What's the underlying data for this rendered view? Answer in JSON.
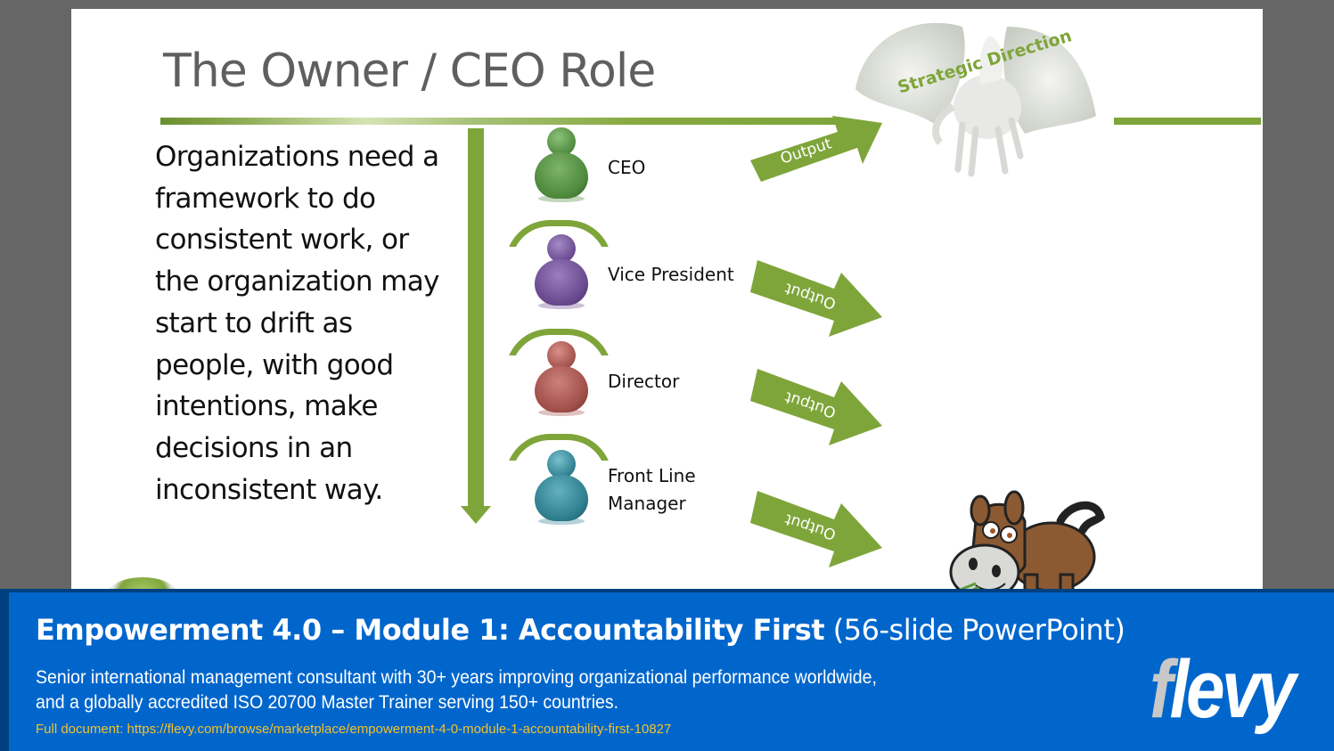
{
  "slide": {
    "title": "The Owner / CEO Role",
    "body_text": "Organizations need a framework to do consistent work, or the organization may start to drift as people, with good intentions, make decisions in an inconsistent way.",
    "strategic_label": "Strategic Direction",
    "roles": [
      {
        "label": "CEO",
        "color": "#4f8a3e",
        "output_label": "Output",
        "output_direction": "up"
      },
      {
        "label": "Vice President",
        "color": "#6a4a8f",
        "output_label": "Output",
        "output_direction": "down"
      },
      {
        "label": "Director",
        "color": "#a2504a",
        "output_label": "Output",
        "output_direction": "down"
      },
      {
        "label": "Front Line Manager",
        "label_line1": "Front Line",
        "label_line2": "Manager",
        "color": "#2f7f8f",
        "output_label": "Output",
        "output_direction": "down"
      }
    ],
    "accent_color": "#7ea53a",
    "title_color": "#5f5f5f"
  },
  "banner": {
    "title_bold": "Empowerment 4.0 – Module 1: Accountability First",
    "title_light": "(56-slide PowerPoint)",
    "description": "Senior international management consultant with 30+ years improving organizational performance worldwide, and a globally accredited ISO 20700 Master Trainer serving 150+ countries.",
    "link_text": "Full document: https://flevy.com/browse/marketplace/empowerment-4-0-module-1-accountability-first-10827",
    "logo_text_f": "f",
    "logo_text_rest": "levy",
    "bg_color": "#0066cc",
    "border_color": "#004080",
    "link_color": "#f2c12e"
  }
}
